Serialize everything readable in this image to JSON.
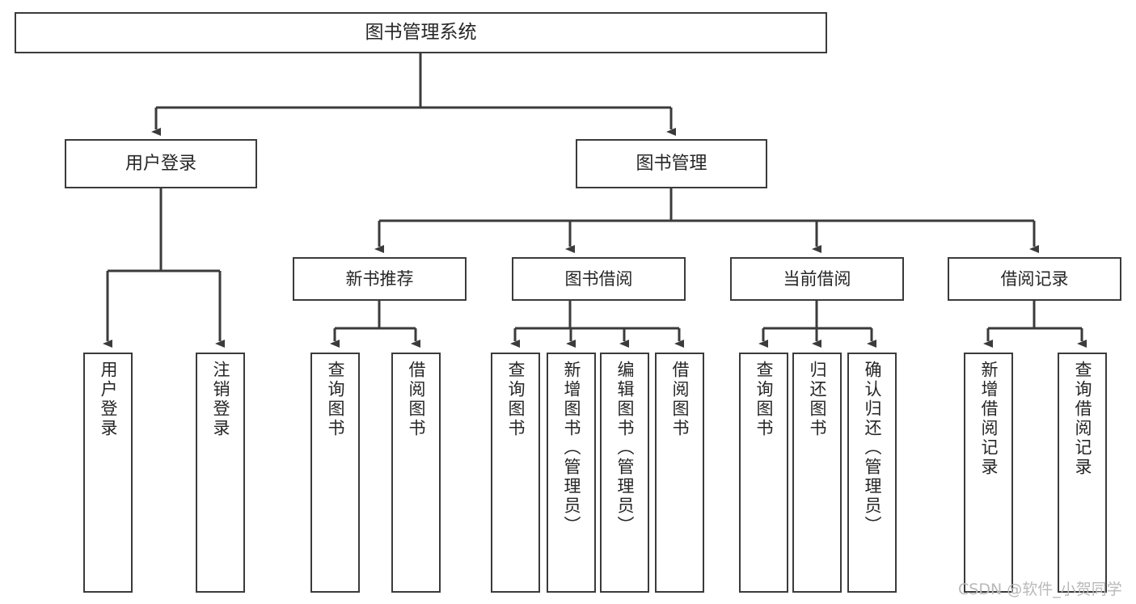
{
  "diagram": {
    "title": "图书管理系统",
    "type": "tree",
    "orientation": "top-down",
    "colors": {
      "box_stroke": "#3b3b3b",
      "box_fill": "#ffffff",
      "edge": "#3b3b3b",
      "text": "#262626",
      "watermark": "#b9b9b9",
      "background": "#ffffff"
    },
    "root": {
      "label": "图书管理系统"
    },
    "level1": [
      {
        "label": "用户登录"
      },
      {
        "label": "图书管理"
      }
    ],
    "level2": [
      {
        "label": "新书推荐"
      },
      {
        "label": "图书借阅"
      },
      {
        "label": "当前借阅"
      },
      {
        "label": "借阅记录"
      }
    ],
    "leaves": {
      "user_login": [
        {
          "label": "用户登录"
        },
        {
          "label": "注销登录"
        }
      ],
      "new_book_recommend": [
        {
          "label": "查询图书"
        },
        {
          "label": "借阅图书"
        }
      ],
      "book_borrow": [
        {
          "label": "查询图书"
        },
        {
          "label": "新增图书（管理员）"
        },
        {
          "label": "编辑图书（管理员）"
        },
        {
          "label": "借阅图书"
        }
      ],
      "current_borrow": [
        {
          "label": "查询图书"
        },
        {
          "label": "归还图书"
        },
        {
          "label": "确认归还（管理员）"
        }
      ],
      "borrow_record": [
        {
          "label": "新增借阅记录"
        },
        {
          "label": "查询借阅记录"
        }
      ]
    }
  },
  "watermark": {
    "text": "CSDN @软件_小贺同学"
  }
}
